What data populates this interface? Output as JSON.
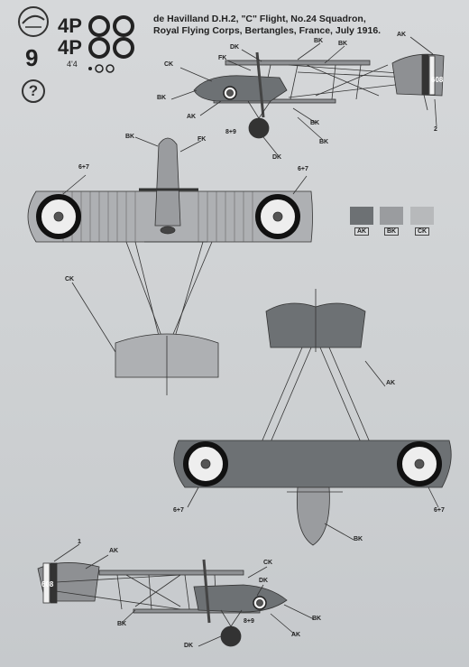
{
  "header": {
    "title_line1": "de Havilland D.H.2, \"C\" Flight, No.24 Squadron,",
    "title_line2": "Royal Flying Corps, Bertangles, France, July 1916.",
    "page_number": "9",
    "help_symbol": "?"
  },
  "decal_preview": {
    "serial_big": "4P",
    "serial_small": "4'4"
  },
  "callouts": {
    "ak": "AK",
    "bk": "BK",
    "ck": "CK",
    "dk": "DK",
    "fk": "FK",
    "n67": "6+7",
    "n89": "8+9",
    "n1": "1",
    "n2": "2",
    "tail_code": "608"
  },
  "colors": {
    "A": "#6d7174",
    "B": "#9a9c9f",
    "C": "#b7b9bb"
  },
  "swatches": [
    {
      "label": "AK"
    },
    {
      "label": "BK"
    },
    {
      "label": "CK"
    }
  ],
  "icons": [
    "revell-logo-icon",
    "help-icon",
    "roundel-icon"
  ]
}
